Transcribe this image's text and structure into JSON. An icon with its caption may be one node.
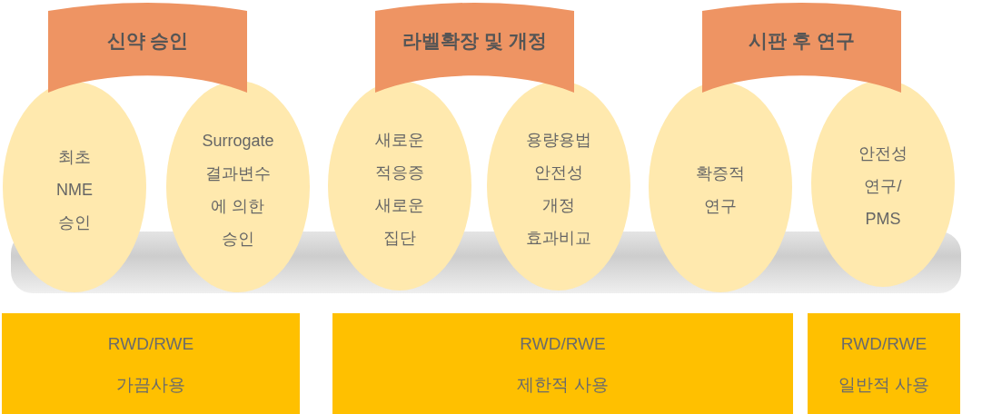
{
  "diagram": {
    "nodes": [
      {
        "text": [
          "신약 승인"
        ]
      },
      {
        "text": [
          "라벨확장 및 개정"
        ]
      },
      {
        "text": [
          "시판 후 연구"
        ]
      },
      {
        "text": [
          "최초 NME 승인"
        ]
      },
      {
        "text": [
          "Surrogate 결과변수 에 의한 승인"
        ]
      },
      {
        "text": [
          "새로운 적응증 새로운 집단"
        ]
      },
      {
        "text": [
          "용량용법 안전성 개정 효과비교"
        ]
      },
      {
        "text": [
          "확증적 연구"
        ]
      },
      {
        "text": [
          "안전성 연구/ PMS"
        ]
      },
      {
        "text": [
          "RWD/RWE 가끔사용"
        ]
      },
      {
        "text": [
          "RWD/RWE 제한적 사용"
        ]
      },
      {
        "text": [
          "RWD/RWE 일반적 사용"
        ]
      }
    ]
  }
}
